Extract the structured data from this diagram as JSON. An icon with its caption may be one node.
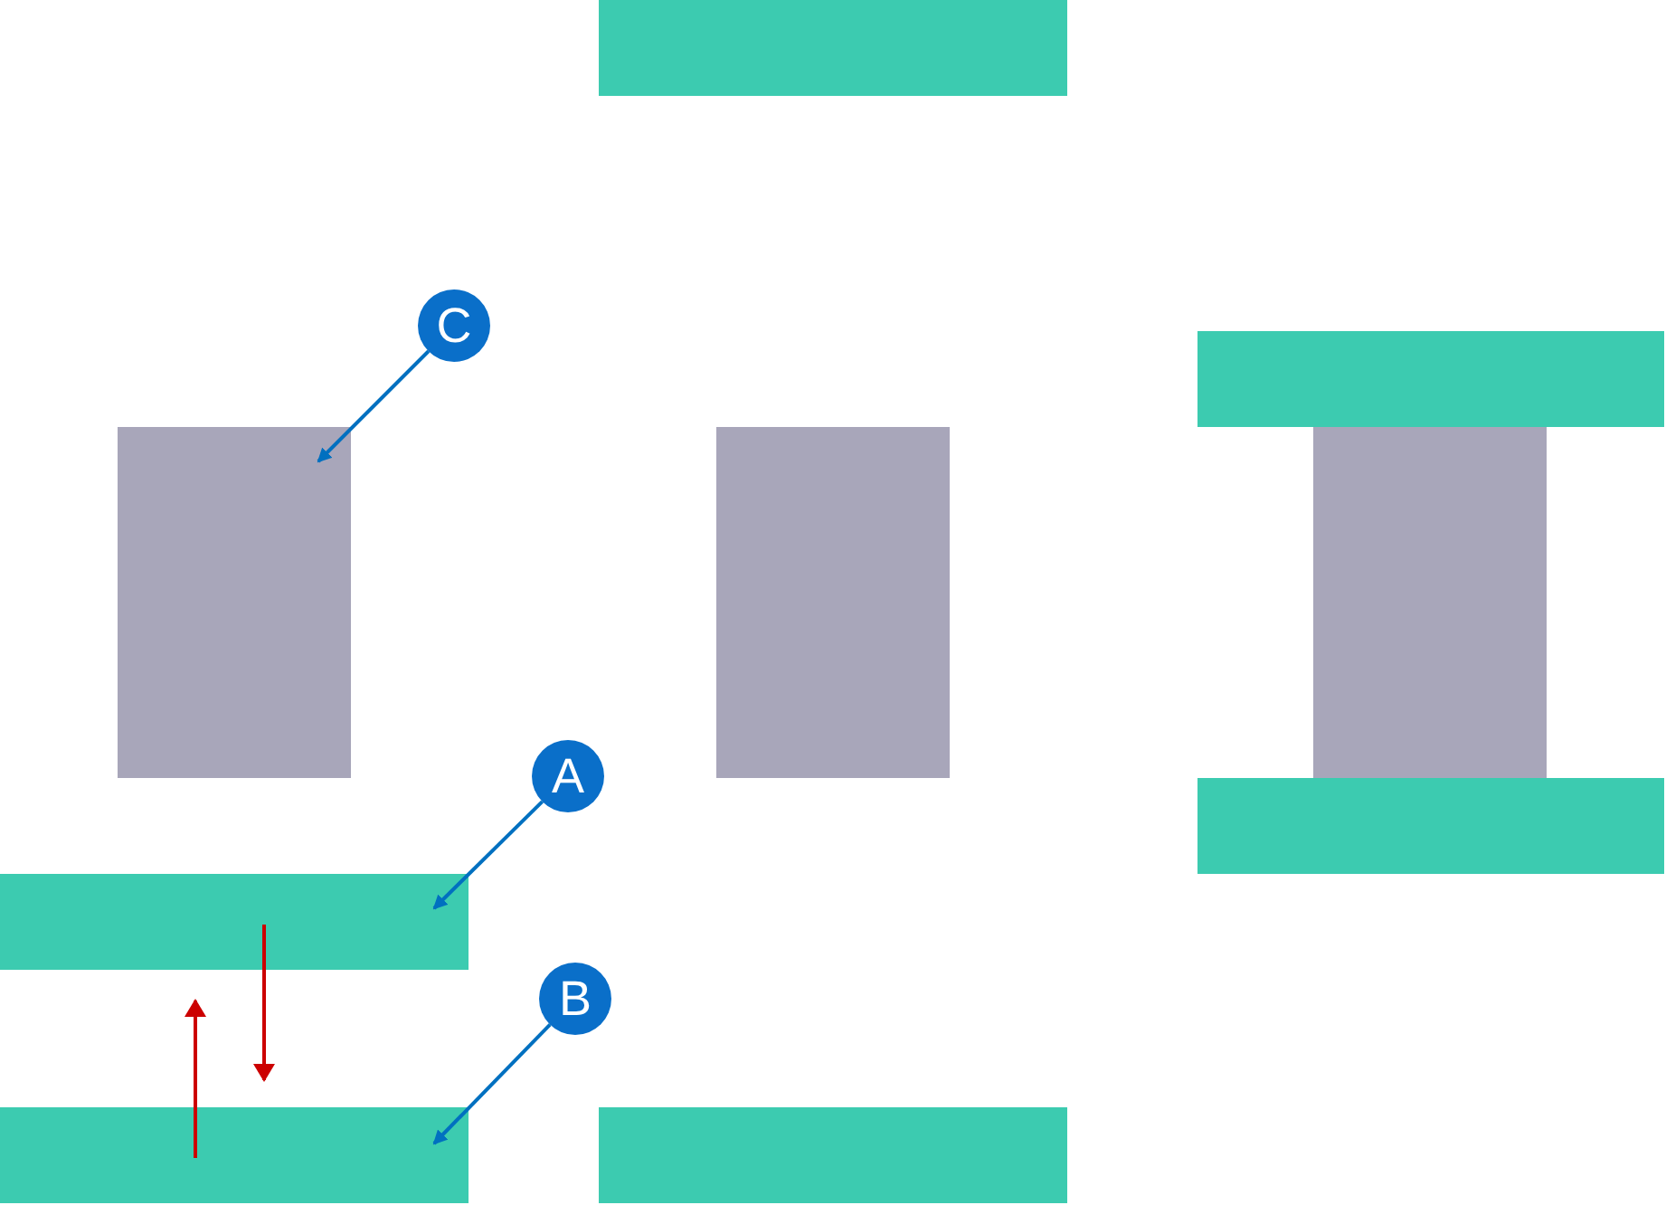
{
  "diagram": {
    "nodes": [
      {
        "text": [],
        "shape": "bar"
      },
      {
        "text": [
          "C"
        ]
      },
      {
        "text": [],
        "shape": "bar"
      },
      {
        "text": [],
        "shape": "box"
      },
      {
        "text": [],
        "shape": "box"
      },
      {
        "text": [],
        "shape": "box"
      },
      {
        "text": [
          "A"
        ]
      },
      {
        "text": [],
        "shape": "bar"
      },
      {
        "text": [],
        "shape": "bar"
      },
      {
        "text": [
          "B"
        ]
      },
      {
        "text": [],
        "shape": "bar"
      },
      {
        "text": [],
        "shape": "bar"
      }
    ],
    "edges": [
      {
        "from": 1,
        "to": 3,
        "arrow": "to"
      },
      {
        "from": 6,
        "to": 8,
        "arrow": "to"
      },
      {
        "from": 9,
        "to": 10,
        "arrow": "to"
      },
      {
        "from": 8,
        "to": 10,
        "arrow": "to",
        "color": "#cc0000"
      },
      {
        "from": 10,
        "to": 8,
        "arrow": "to",
        "color": "#cc0000"
      }
    ]
  }
}
